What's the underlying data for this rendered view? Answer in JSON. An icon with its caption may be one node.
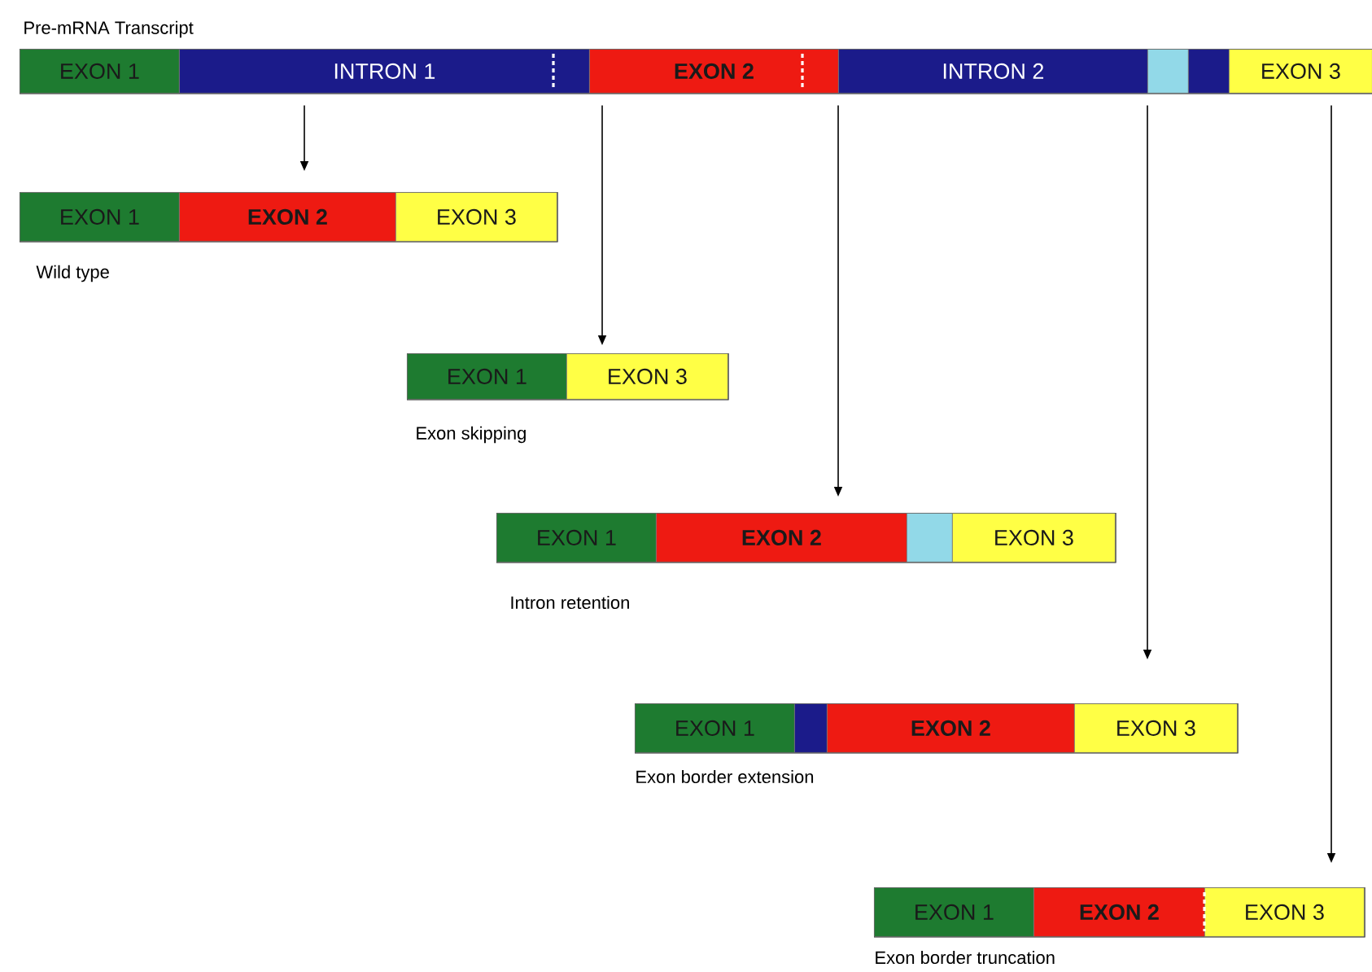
{
  "diagram": {
    "nodes": [
      {
        "text": [
          "Pre-mRNA Transcript"
        ]
      },
      {
        "text": [
          "EXON 1"
        ],
        "in": 0
      },
      {
        "text": [
          "INTRON 1"
        ],
        "in": 0
      },
      {
        "text": [
          "EXON 2"
        ],
        "in": 0
      },
      {
        "text": [
          "INTRON 2"
        ],
        "in": 0
      },
      {
        "text": [],
        "shape": "box",
        "in": 0
      },
      {
        "text": [],
        "shape": "box",
        "in": 0
      },
      {
        "text": [
          "EXON 3"
        ],
        "in": 0
      },
      {
        "text": [
          "Wild type"
        ]
      },
      {
        "text": [
          "EXON 1"
        ],
        "in": 8
      },
      {
        "text": [
          "EXON 2"
        ],
        "in": 8
      },
      {
        "text": [
          "EXON 3"
        ],
        "in": 8
      },
      {
        "text": [
          "Exon skipping"
        ]
      },
      {
        "text": [
          "EXON 1"
        ],
        "in": 12
      },
      {
        "text": [
          "EXON 3"
        ],
        "in": 12
      },
      {
        "text": [
          "Intron retention"
        ]
      },
      {
        "text": [
          "EXON 1"
        ],
        "in": 15
      },
      {
        "text": [
          "EXON 2"
        ],
        "in": 15
      },
      {
        "text": [],
        "shape": "box",
        "in": 15
      },
      {
        "text": [
          "EXON 3"
        ],
        "in": 15
      },
      {
        "text": [
          "Exon border extension"
        ]
      },
      {
        "text": [
          "EXON 1"
        ],
        "in": 20
      },
      {
        "text": [],
        "shape": "box",
        "in": 20
      },
      {
        "text": [
          "EXON 2"
        ],
        "in": 20
      },
      {
        "text": [
          "EXON 3"
        ],
        "in": 20
      },
      {
        "text": [
          "Exon border truncation"
        ]
      },
      {
        "text": [
          "EXON 1"
        ],
        "in": 25
      },
      {
        "text": [
          "EXON 2"
        ],
        "in": 25
      },
      {
        "text": [
          "EXON 3"
        ],
        "in": 25
      }
    ],
    "edges": [
      {
        "from": 0,
        "to": 8,
        "arrow": "to"
      },
      {
        "from": 0,
        "to": 12,
        "arrow": "to"
      },
      {
        "from": 0,
        "to": 15,
        "arrow": "to"
      },
      {
        "from": 0,
        "to": 20,
        "arrow": "to"
      },
      {
        "from": 0,
        "to": 25,
        "arrow": "to"
      }
    ]
  }
}
